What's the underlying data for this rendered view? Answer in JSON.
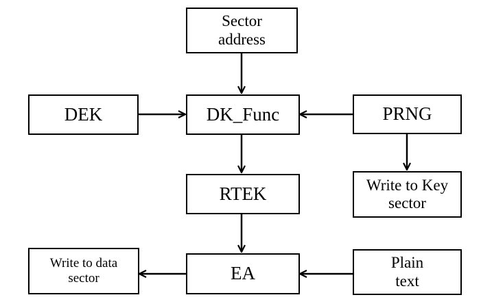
{
  "nodes": {
    "sector_address": {
      "label": "Sector address"
    },
    "dek": {
      "label": "DEK"
    },
    "dk_func": {
      "label": "DK_Func"
    },
    "prng": {
      "label": "PRNG"
    },
    "rtek": {
      "label": "RTEK"
    },
    "write_key_sector": {
      "label": "Write to Key sector"
    },
    "write_data_sector": {
      "label": "Write to data sector"
    },
    "ea": {
      "label": "EA"
    },
    "plain_text": {
      "label": "Plain text"
    }
  },
  "edges": [
    {
      "from": "sector_address",
      "to": "dk_func"
    },
    {
      "from": "dek",
      "to": "dk_func"
    },
    {
      "from": "prng",
      "to": "dk_func"
    },
    {
      "from": "prng",
      "to": "write_key_sector"
    },
    {
      "from": "dk_func",
      "to": "rtek"
    },
    {
      "from": "rtek",
      "to": "ea"
    },
    {
      "from": "plain_text",
      "to": "ea"
    },
    {
      "from": "ea",
      "to": "write_data_sector"
    }
  ]
}
